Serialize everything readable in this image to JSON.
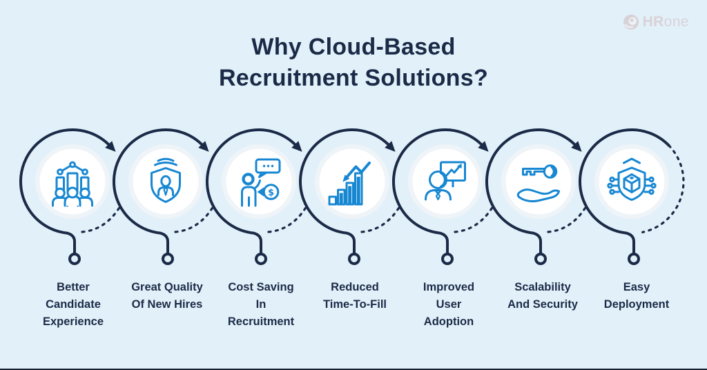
{
  "header": {
    "title": "Why Cloud-Based Recruitment Solutions?"
  },
  "logo": {
    "brand_bold": "HR",
    "brand_light": "one",
    "icon": "hrone-swirl-icon"
  },
  "colors": {
    "background": "#e2f0f9",
    "navy": "#1b2b47",
    "blue": "#1787d2",
    "halo": "#eff4f8",
    "white": "#ffffff",
    "logo_gray": "#d8d2d7"
  },
  "items": [
    {
      "label": "Better Candidate Experience",
      "icon": "team-network-icon"
    },
    {
      "label": "Great Quality Of New Hires",
      "icon": "shield-person-icon"
    },
    {
      "label": "Cost Saving In Recruitment",
      "icon": "cost-saving-icon"
    },
    {
      "label": "Reduced Time-To-Fill",
      "icon": "declining-time-chart-icon"
    },
    {
      "label": "Improved User Adoption",
      "icon": "user-presentation-icon"
    },
    {
      "label": "Scalability And Security",
      "icon": "key-in-hand-icon"
    },
    {
      "label": "Easy Deployment",
      "icon": "secure-cube-icon"
    }
  ]
}
